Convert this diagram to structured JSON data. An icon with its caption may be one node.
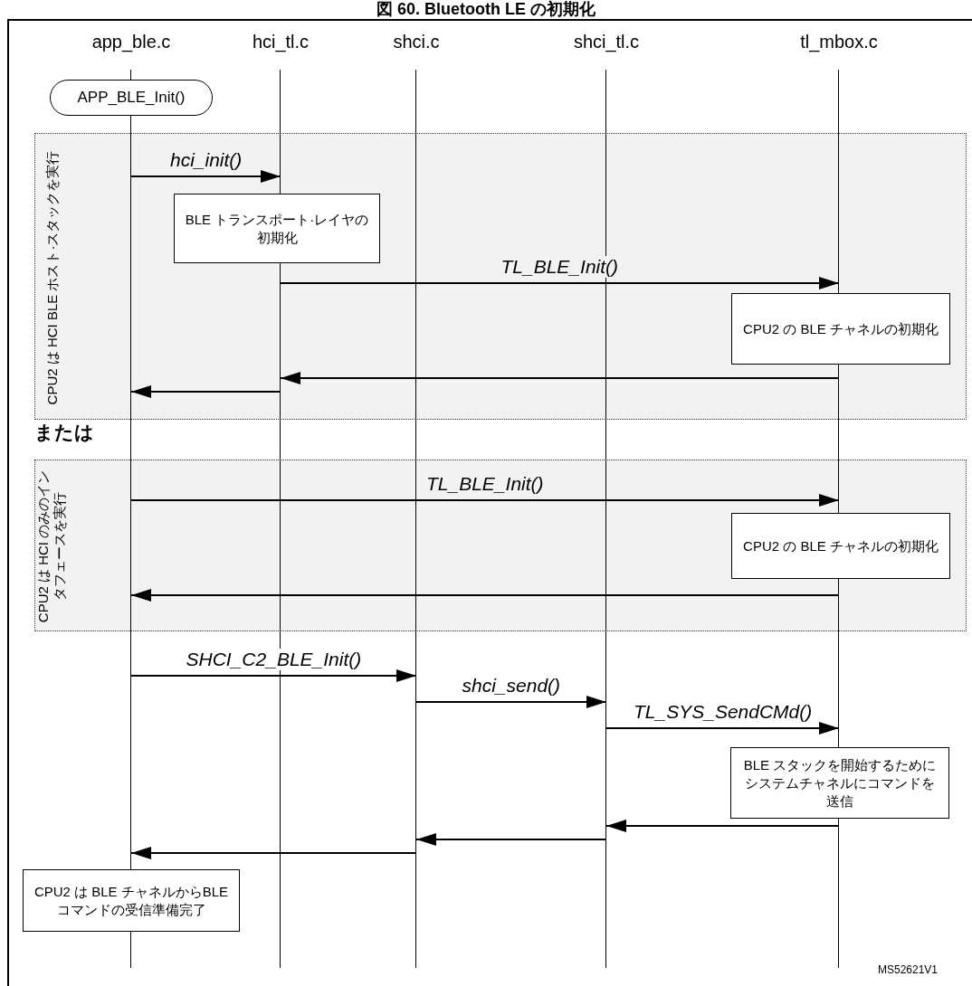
{
  "diagram": {
    "title": "図 60. Bluetooth LE の初期化",
    "nodes": [
      {
        "text": [
          "app_ble.c"
        ]
      },
      {
        "text": [
          "hci_tl.c"
        ]
      },
      {
        "text": [
          "shci.c"
        ]
      },
      {
        "text": [
          "shci_tl.c"
        ]
      },
      {
        "text": [
          "tl_mbox.c"
        ]
      },
      {
        "text": [
          "APP_BLE_Init()"
        ]
      },
      {
        "text": [
          "CPU2 は HCI BLE ホスト·スタックを実行"
        ]
      },
      {
        "text": [
          "BLE トランスポート·レイヤの初期化"
        ],
        "in": 6
      },
      {
        "text": [
          "CPU2 の BLE チャネルの初期化"
        ],
        "in": 6
      },
      {
        "text": [
          "CPU2 は HCI のみのインタフェースを実行"
        ]
      },
      {
        "text": [
          "CPU2 の BLE チャネルの初期化"
        ],
        "in": 9
      },
      {
        "text": [
          "BLE スタックを開始するためにシステムチャネルにコマンドを送信"
        ]
      },
      {
        "text": [
          "CPU2 は BLE チャネルからBLE コマンドの受信準備完了"
        ]
      }
    ],
    "edges": [
      {
        "from": 0,
        "to": 1,
        "arrow": "to",
        "label": "hci_init()"
      },
      {
        "from": 1,
        "to": 4,
        "arrow": "to",
        "label": "TL_BLE_Init()"
      },
      {
        "from": 4,
        "to": 1,
        "arrow": "to"
      },
      {
        "from": 1,
        "to": 0,
        "arrow": "to"
      },
      {
        "from": 0,
        "to": 4,
        "arrow": "to",
        "label": "TL_BLE_Init()"
      },
      {
        "from": 4,
        "to": 0,
        "arrow": "to"
      },
      {
        "from": 0,
        "to": 2,
        "arrow": "to",
        "label": "SHCI_C2_BLE_Init()"
      },
      {
        "from": 2,
        "to": 3,
        "arrow": "to",
        "label": "shci_send()"
      },
      {
        "from": 3,
        "to": 4,
        "arrow": "to",
        "label": "TL_SYS_SendCMd()"
      },
      {
        "from": 4,
        "to": 3,
        "arrow": "to"
      },
      {
        "from": 3,
        "to": 2,
        "arrow": "to"
      },
      {
        "from": 2,
        "to": 0,
        "arrow": "to"
      }
    ],
    "labels": [
      "または",
      "MS52621V1"
    ]
  }
}
